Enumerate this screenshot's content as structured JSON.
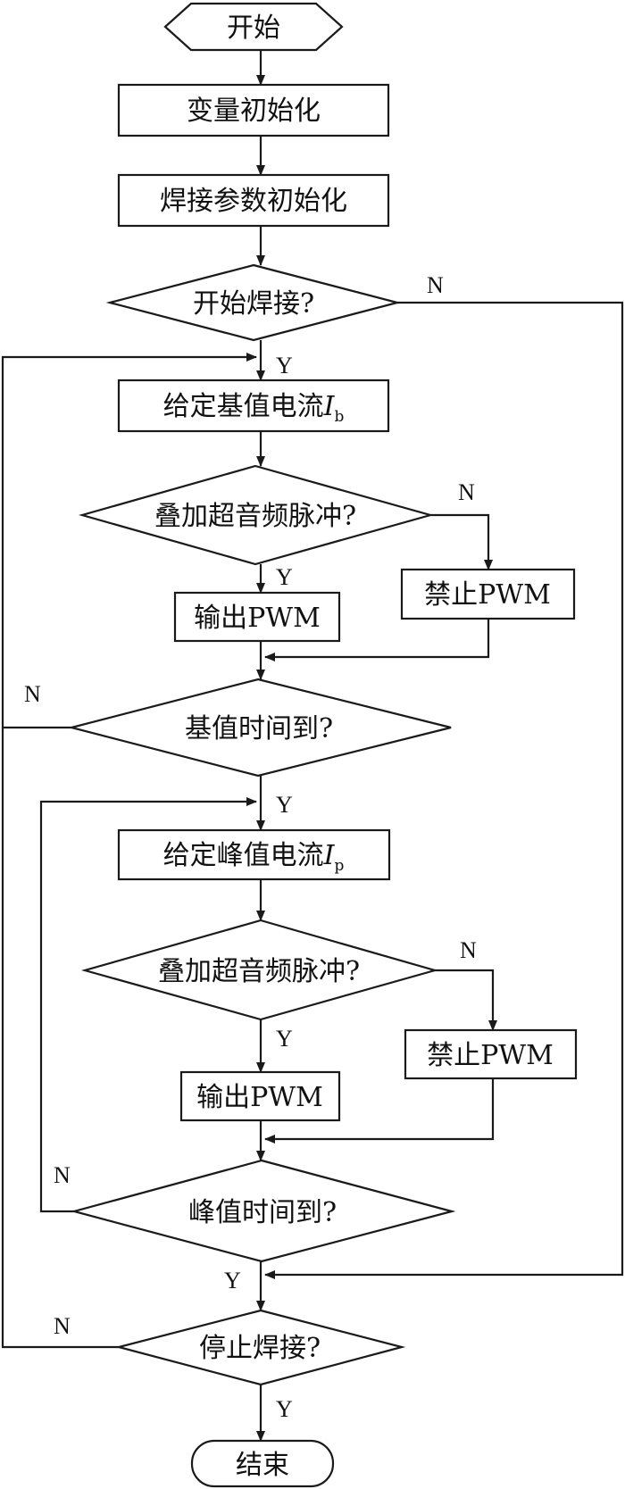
{
  "nodes": {
    "start": "开始",
    "var_init": "变量初始化",
    "param_init": "焊接参数初始化",
    "start_weld": "开始焊接?",
    "base_current": {
      "text": "给定基值电流",
      "var": "I",
      "sub": "b"
    },
    "superpose1": "叠加超音频脉冲?",
    "output1": "输出PWM",
    "disable1": "禁止PWM",
    "base_time": "基值时间到?",
    "peak_current": {
      "text": "给定峰值电流",
      "var": "I",
      "sub": "p"
    },
    "superpose2": "叠加超音频脉冲?",
    "output2": "输出PWM",
    "disable2": "禁止PWM",
    "peak_time": "峰值时间到?",
    "stop_weld": "停止焊接?",
    "end": "结束"
  },
  "branch_labels": {
    "yes": "Y",
    "no": "N"
  }
}
